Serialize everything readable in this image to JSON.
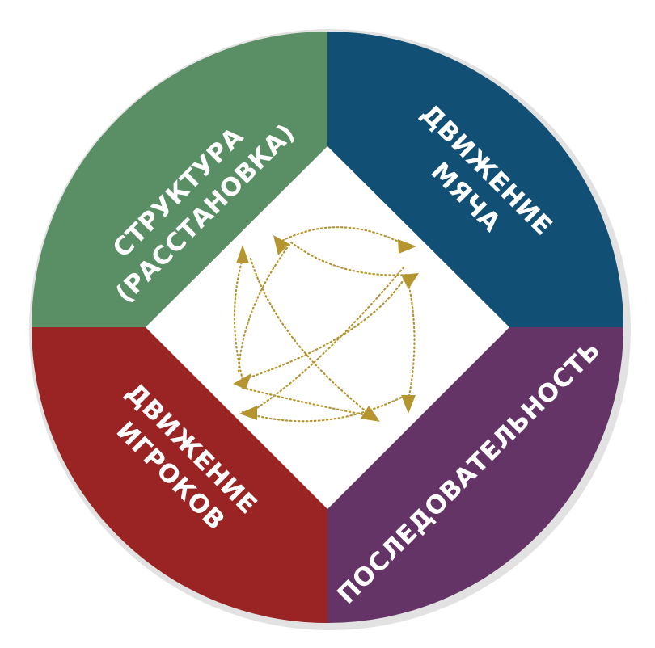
{
  "diagram": {
    "quadrants": [
      {
        "id": "structure",
        "lines": [
          "СТРУКТУРА",
          "(РАССТАНОВКА)"
        ],
        "color": "#5a8e65"
      },
      {
        "id": "ball",
        "lines": [
          "ДВИЖЕНИЕ",
          "МЯЧА"
        ],
        "color": "#124f74"
      },
      {
        "id": "players",
        "lines": [
          "ДВИЖЕНИЕ",
          "ИГРОКОВ"
        ],
        "color": "#9a2424"
      },
      {
        "id": "sequence",
        "lines": [
          "ПОСЛЕДОВАТЕЛЬНОСТЬ"
        ],
        "color": "#653466"
      }
    ],
    "center_color": "#ffffff",
    "arrow_color": "#b59530",
    "shadow_color": "#d9d9d9"
  }
}
